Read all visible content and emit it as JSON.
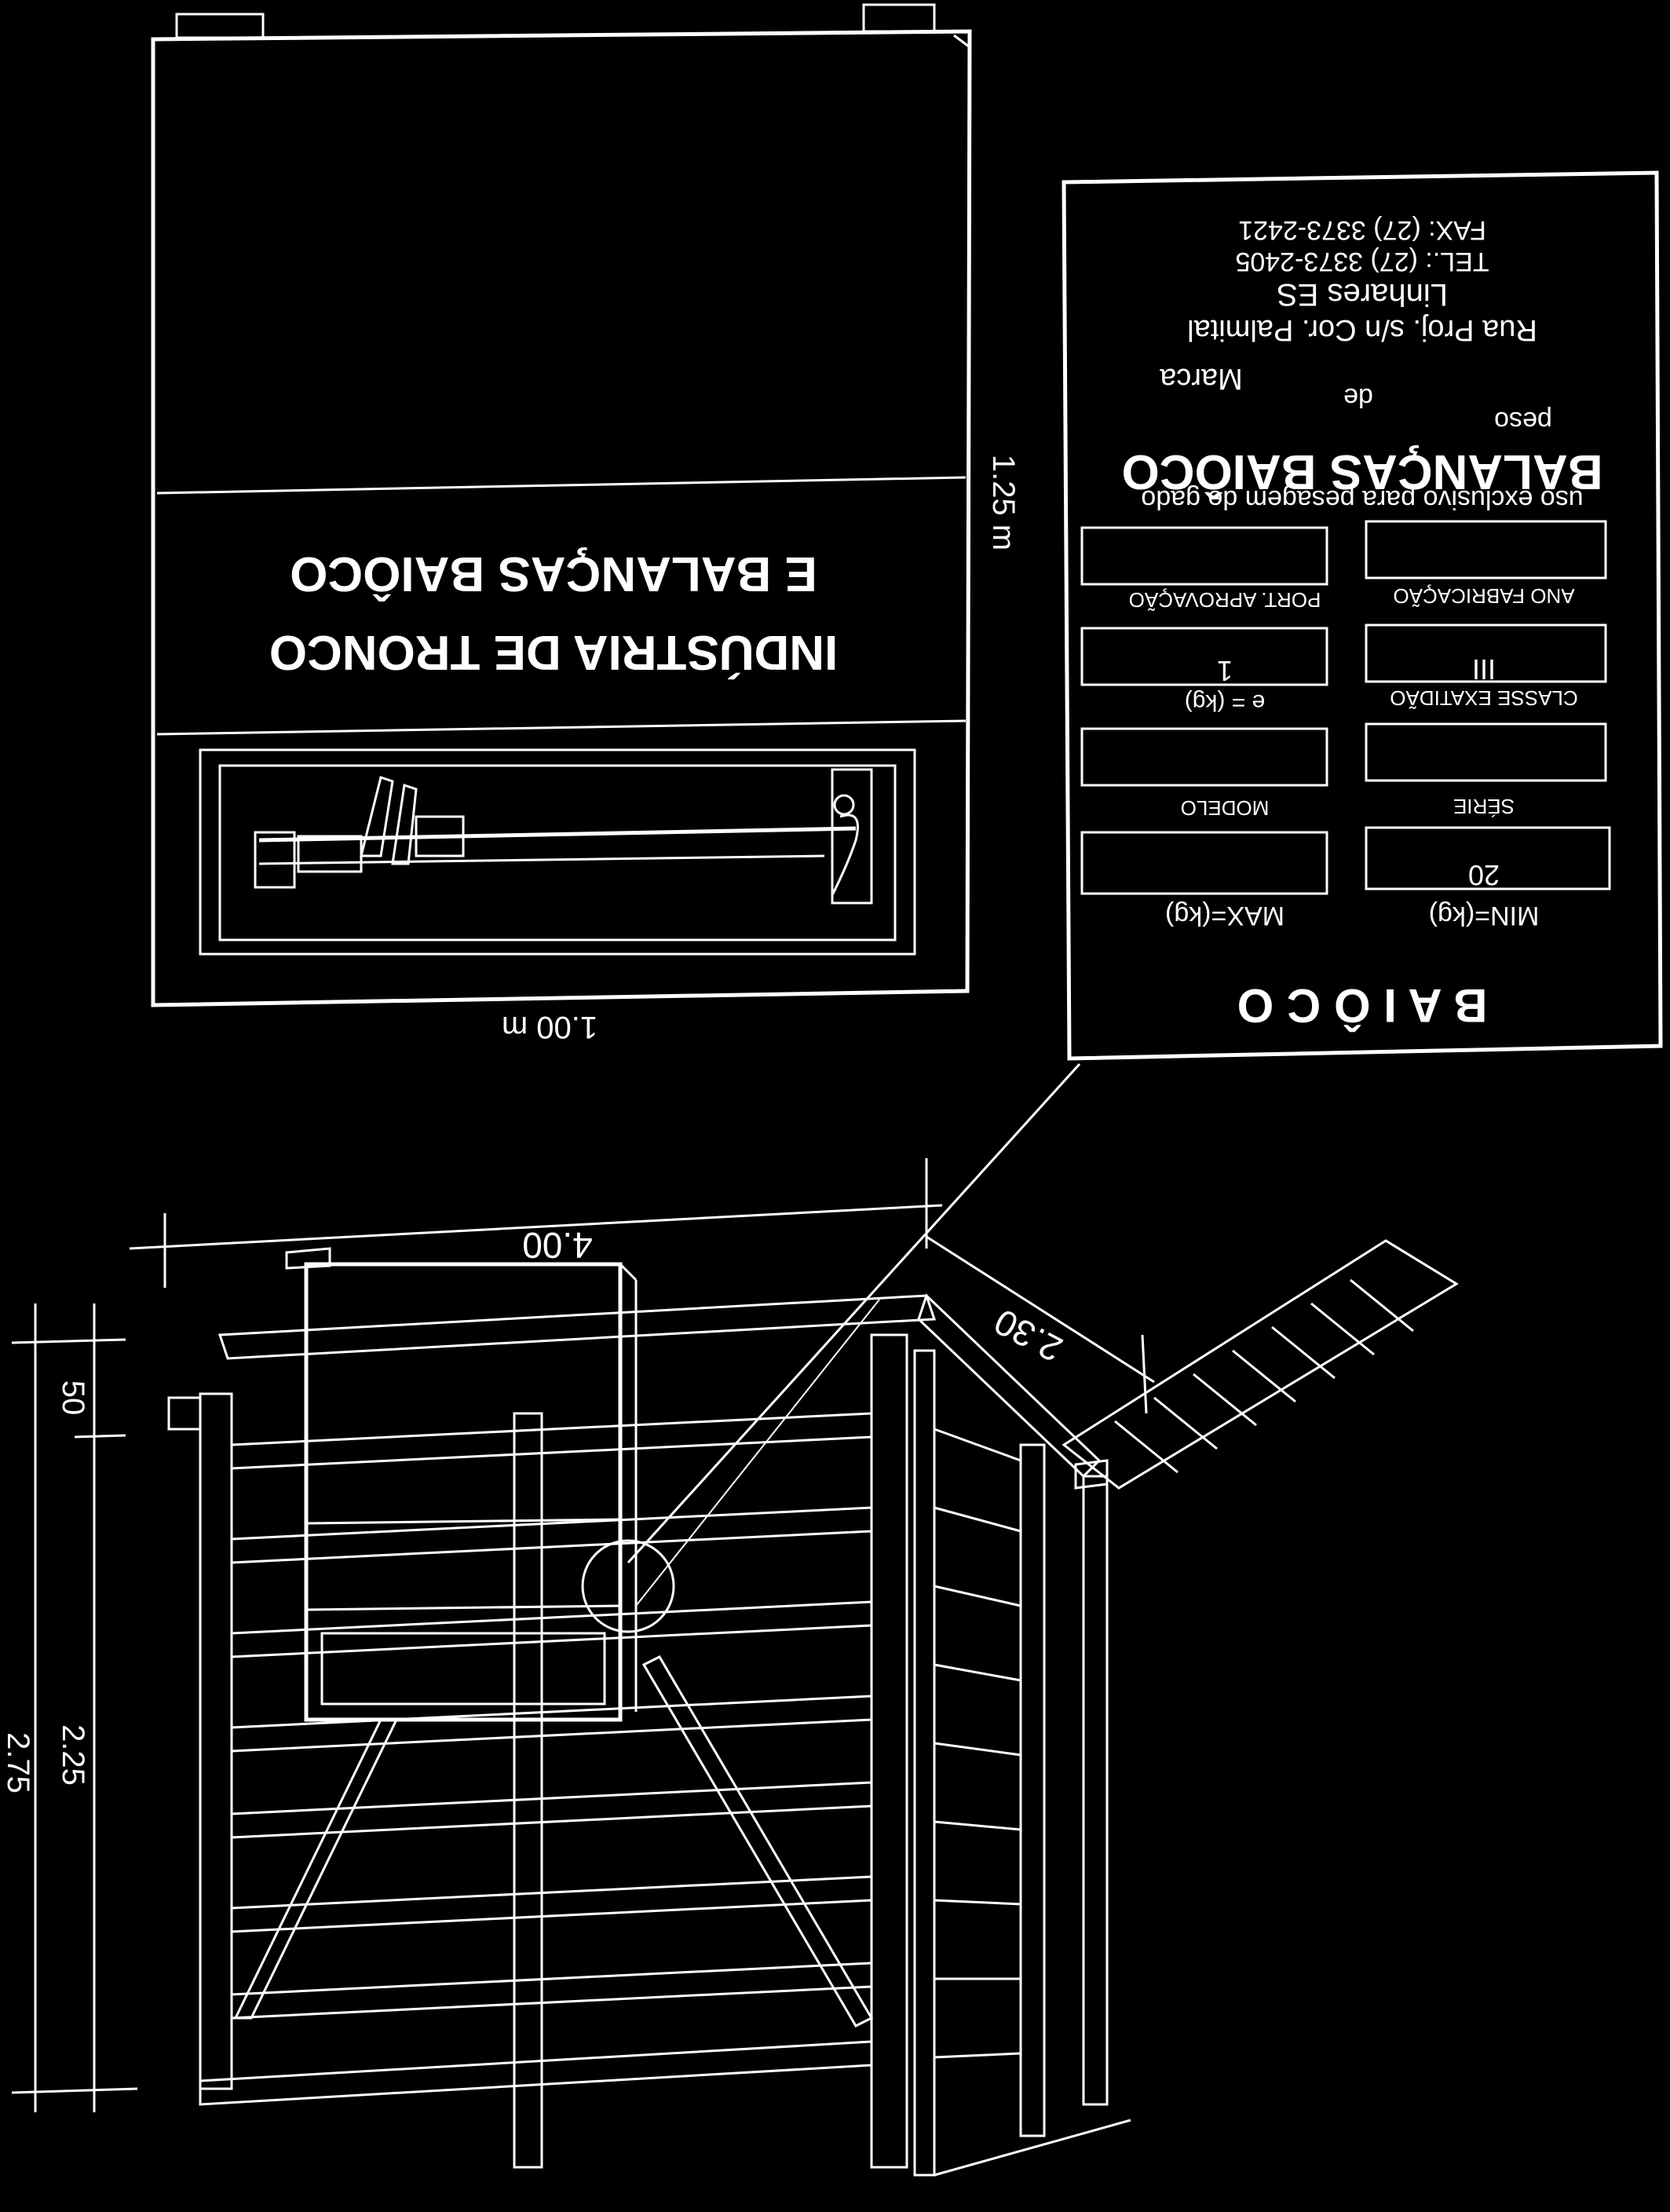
{
  "cabinet": {
    "title_line1": "INDÚSTRIA DE TRONCO",
    "title_line2": "E BALANÇAS BAIÔCO",
    "width_label": "1.00 m",
    "height_label": "1.25 m"
  },
  "plate": {
    "fax": "FAX: (27) 3373-2421",
    "tel": "TEL.: (27) 3373-2405",
    "city": "Linhares ES",
    "address": "Rua Proj. s/n Cor. Palmital",
    "marca": "Marca",
    "de": "de",
    "peso": "peso",
    "brand": "BALANÇAS BAIÔCO",
    "usage": "uso exclusivo para pesagem de gado",
    "label_port": "PORT. APROVAÇÃO",
    "label_ano": "ANO FABRICAÇÃO",
    "value_e": "1",
    "value_classe": "III",
    "label_e": "e = (kg)",
    "label_classe": "CLASSE EXATIDÃO",
    "label_modelo": "MODELO",
    "label_serie": "SÉRIE",
    "value_min": "20",
    "label_max": "MAX=(kg)",
    "label_min": "MIN=(kg)",
    "footer": "B A I Ô C O"
  },
  "dimensions": {
    "length": "4.00",
    "width": "2.30",
    "top_section": "50",
    "height_inner": "2.25",
    "height_total": "2.75"
  }
}
